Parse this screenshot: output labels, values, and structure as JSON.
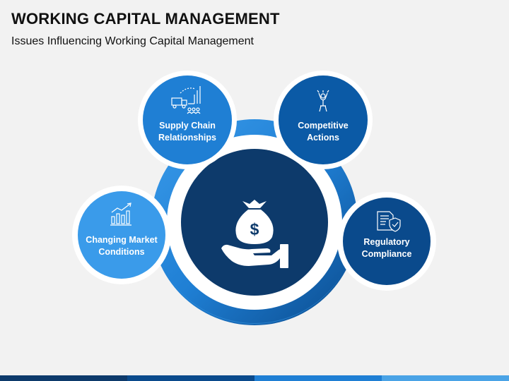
{
  "slide": {
    "title": "WORKING CAPITAL MANAGEMENT",
    "subtitle": "Issues Influencing Working Capital Management"
  },
  "center": {
    "icon": "money-bag-in-hand-icon"
  },
  "nodes": [
    {
      "label_line1": "Supply Chain",
      "label_line2": "Relationships",
      "icon": "supply-chain-icon",
      "color": "#1f7fd4"
    },
    {
      "label_line1": "Competitive",
      "label_line2": "Actions",
      "icon": "winner-trophy-icon",
      "color": "#0b5aa6"
    },
    {
      "label_line1": "Changing Market",
      "label_line2": "Conditions",
      "icon": "bar-chart-trend-icon",
      "color": "#3a9bea"
    },
    {
      "label_line1": "Regulatory",
      "label_line2": "Compliance",
      "icon": "compliance-document-icon",
      "color": "#0a4a8c"
    }
  ],
  "colors": {
    "center": "#0d3a6b",
    "ring_light": "#4aa3e6",
    "ring_dark": "#0a4a8c",
    "footer": [
      "#0d3a6b",
      "#0a4a8c",
      "#1f7fd4",
      "#4aa3e6"
    ]
  }
}
